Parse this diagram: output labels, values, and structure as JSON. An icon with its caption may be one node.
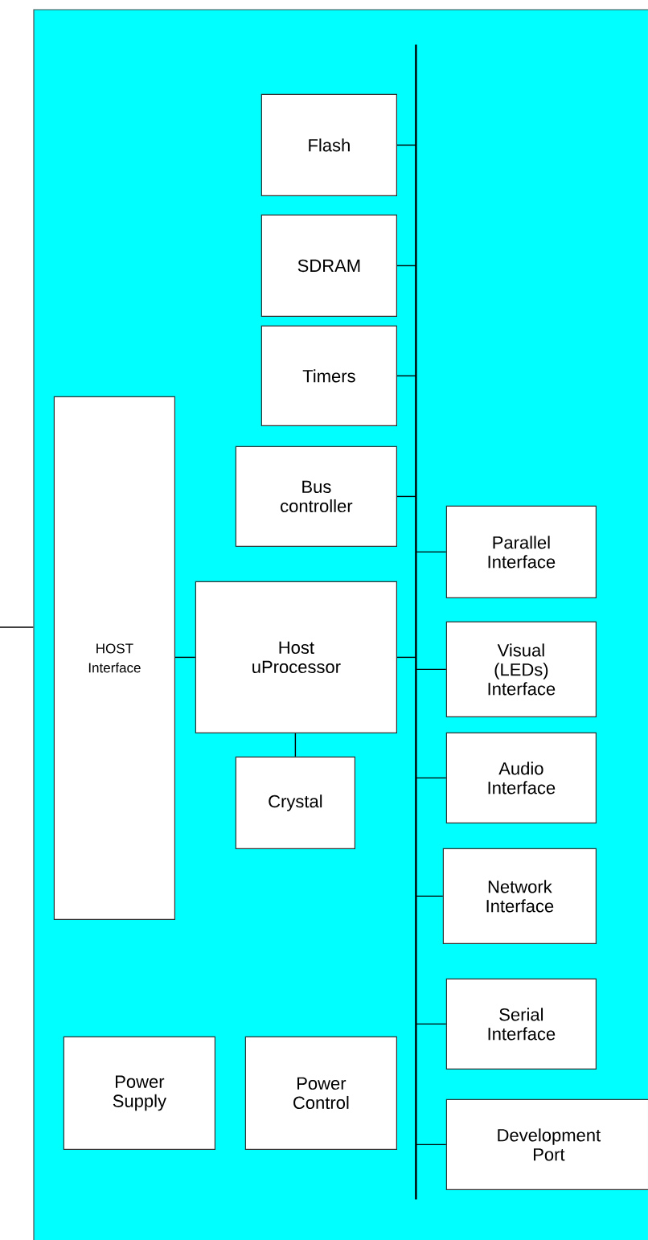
{
  "diagram": {
    "nodes": [
      {
        "text": [],
        "shape": "box"
      },
      {
        "text": [],
        "shape": "bar",
        "in": 0
      },
      {
        "text": [
          "Flash"
        ],
        "in": 0
      },
      {
        "text": [
          "SDRAM"
        ],
        "in": 0
      },
      {
        "text": [
          "Timers"
        ],
        "in": 0
      },
      {
        "text": [
          "HOST Interface"
        ],
        "in": 0
      },
      {
        "text": [
          "Bus controller"
        ],
        "in": 0
      },
      {
        "text": [
          "Parallel Interface"
        ],
        "in": 0
      },
      {
        "text": [
          "Host uProcessor"
        ],
        "in": 0
      },
      {
        "text": [
          "Visual (LEDs) Interface"
        ],
        "in": 0
      },
      {
        "text": [
          "Crystal"
        ],
        "in": 0
      },
      {
        "text": [
          "Audio Interface"
        ],
        "in": 0
      },
      {
        "text": [
          "Network Interface"
        ],
        "in": 0
      },
      {
        "text": [
          "Serial Interface"
        ],
        "in": 0
      },
      {
        "text": [
          "Power Supply"
        ],
        "in": 0
      },
      {
        "text": [
          "Power Control"
        ],
        "in": 0
      },
      {
        "text": [
          "Development Port"
        ],
        "in": 0
      }
    ],
    "edges": [
      {
        "from": null,
        "to": 0,
        "arrow": "none"
      },
      {
        "from": 2,
        "to": 1,
        "arrow": "none"
      },
      {
        "from": 3,
        "to": 1,
        "arrow": "none"
      },
      {
        "from": 4,
        "to": 1,
        "arrow": "none"
      },
      {
        "from": 6,
        "to": 1,
        "arrow": "none"
      },
      {
        "from": 7,
        "to": 1,
        "arrow": "none"
      },
      {
        "from": 5,
        "to": 8,
        "arrow": "none"
      },
      {
        "from": 8,
        "to": 1,
        "arrow": "none"
      },
      {
        "from": 9,
        "to": 1,
        "arrow": "none"
      },
      {
        "from": 8,
        "to": 10,
        "arrow": "none"
      },
      {
        "from": 11,
        "to": 1,
        "arrow": "none"
      },
      {
        "from": 12,
        "to": 1,
        "arrow": "none"
      },
      {
        "from": 13,
        "to": 1,
        "arrow": "none"
      },
      {
        "from": 16,
        "to": 1,
        "arrow": "none"
      }
    ]
  }
}
